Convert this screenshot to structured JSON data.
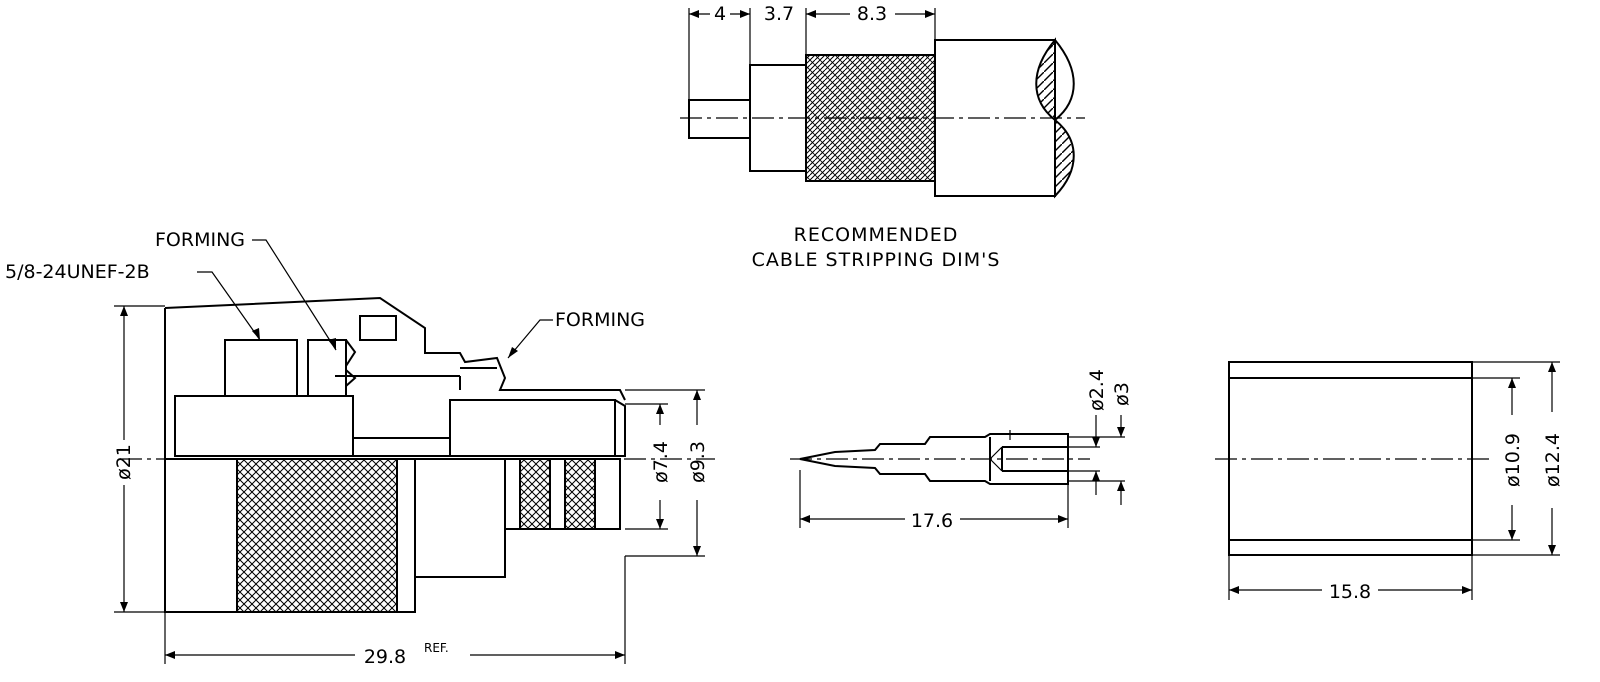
{
  "cable_view": {
    "dim_conductor": "4",
    "dim_dielectric": "3.7",
    "dim_braid": "8.3",
    "caption_line1": "RECOMMENDED",
    "caption_line2": "CABLE STRIPPING DIM'S"
  },
  "connector_view": {
    "label_forming_top": "FORMING",
    "label_thread": "5/8-24UNEF-2B",
    "label_forming_right": "FORMING",
    "dim_overall_diameter": "ø21",
    "dim_bore_small": "ø7.4",
    "dim_bore_large": "ø9.3",
    "dim_length": "29.8",
    "dim_length_note": "REF."
  },
  "pin_view": {
    "dim_pin_diameter": "ø2.4",
    "dim_pin_outer": "ø3",
    "dim_pin_length": "17.6"
  },
  "ferrule_view": {
    "dim_inner": "ø10.9",
    "dim_outer": "ø12.4",
    "dim_length": "15.8"
  }
}
